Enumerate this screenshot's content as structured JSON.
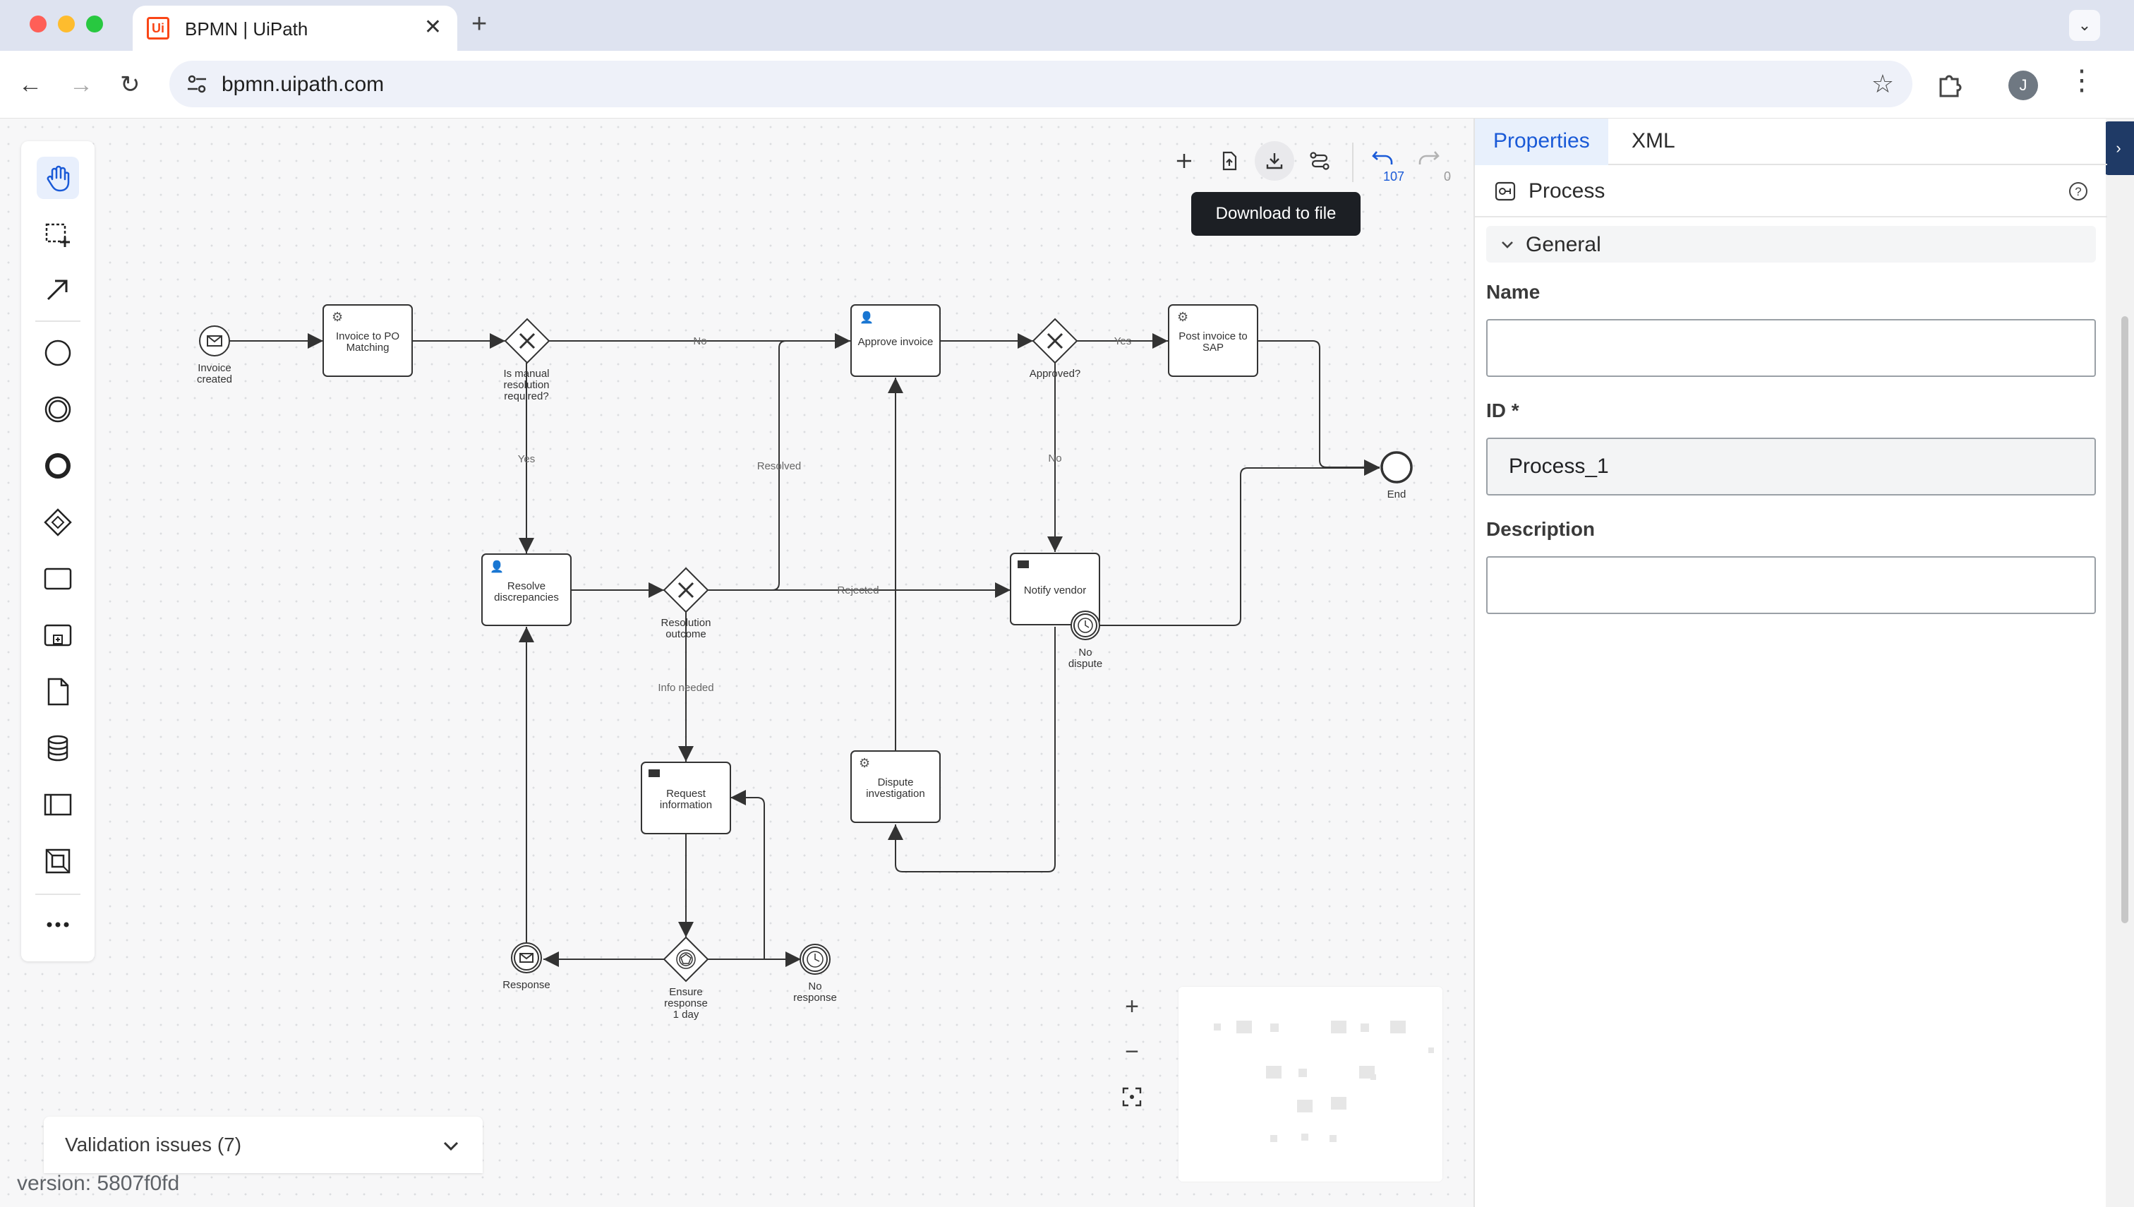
{
  "browser": {
    "tab_title": "BPMN | UiPath",
    "favicon_text": "Ui",
    "url": "bpmn.uipath.com",
    "profile_initial": "J",
    "traffic": {
      "close": "#ff5f57",
      "minimize": "#febc2e",
      "maximize": "#28c840"
    }
  },
  "toolbar": {
    "tooltip": "Download to file",
    "undo_count": "107",
    "redo_count": "0",
    "icons": [
      "plus-icon",
      "upload-file-icon",
      "download-icon",
      "route-icon",
      "undo-icon",
      "redo-icon"
    ]
  },
  "palette": {
    "items": [
      "hand-tool-icon",
      "lasso-tool-icon",
      "connect-tool-icon",
      "start-event-icon",
      "intermediate-event-icon",
      "end-event-icon",
      "gateway-icon",
      "task-icon",
      "subprocess-icon",
      "data-object-icon",
      "data-store-icon",
      "pool-icon",
      "group-icon",
      "more-icon"
    ]
  },
  "diagram": {
    "nodes": {
      "invoice_created": [
        "Invoice",
        "created"
      ],
      "po_matching": [
        "Invoice to PO",
        "Matching"
      ],
      "manual_gateway": [
        "Is manual",
        "resolution",
        "required?"
      ],
      "approve_invoice": [
        "Approve invoice"
      ],
      "approved_gateway": [
        "Approved?"
      ],
      "post_invoice": [
        "Post invoice to",
        "SAP"
      ],
      "end": [
        "End"
      ],
      "resolve": [
        "Resolve",
        "discrepancies"
      ],
      "resolution_outcome": [
        "Resolution",
        "outcome"
      ],
      "notify_vendor": [
        "Notify vendor"
      ],
      "no_dispute": [
        "No",
        "dispute"
      ],
      "request_info": [
        "Request",
        "information"
      ],
      "dispute_investigation": [
        "Dispute",
        "investigation"
      ],
      "response": [
        "Response"
      ],
      "ensure_response": [
        "Ensure",
        "response",
        "1 day"
      ],
      "no_response": [
        "No",
        "response"
      ]
    },
    "flows": {
      "no1": "No",
      "yes1": "Yes",
      "yes2": "Yes",
      "no2": "No",
      "resolved": "Resolved",
      "rejected": "Rejected",
      "info_needed": "Info needed"
    }
  },
  "zoom": {
    "in": "+",
    "out": "−"
  },
  "validation": {
    "label": "Validation issues (7)"
  },
  "version": "version: 5807f0fd",
  "panel": {
    "tabs": [
      "Properties",
      "XML"
    ],
    "element_type": "Process",
    "section": "General",
    "fields": {
      "name_label": "Name",
      "name_value": "",
      "id_label": "ID *",
      "id_value": "Process_1",
      "description_label": "Description",
      "description_value": ""
    }
  }
}
